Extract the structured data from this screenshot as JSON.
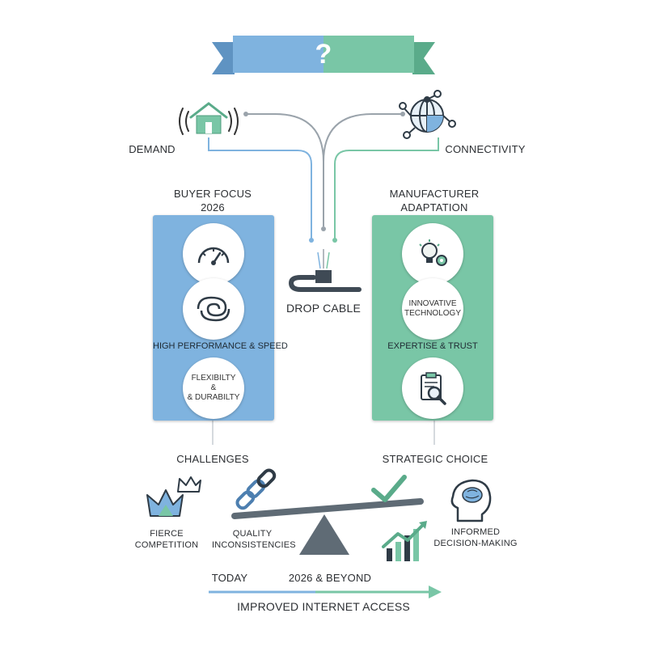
{
  "banner": {
    "symbol": "?",
    "left_color": "#7fb3df",
    "right_color": "#79c6a6"
  },
  "top": {
    "demand_label": "DEMAND",
    "connectivity_label": "CONNECTIVITY"
  },
  "center": {
    "drop_cable_label": "DROP CABLE"
  },
  "buyer": {
    "heading_line1": "BUYER FOCUS",
    "heading_line2": "2026",
    "color": "#7fb3df",
    "performance_label": "HIGH PERFORMANCE & SPEED",
    "flex_line1": "FLEXIBILTY",
    "flex_line2": "&",
    "flex_line3": "& DURABILTY"
  },
  "manufacturer": {
    "heading_line1": "MANUFACTURER",
    "heading_line2": "ADAPTATION",
    "color": "#79c6a6",
    "innovative_line1": "INNOVATIVE",
    "innovative_line2": "TECHNOLOGY",
    "expertise_label": "EXPERTISE & TRUST"
  },
  "bottom": {
    "challenges_label": "CHALLENGES",
    "strategic_label": "STRATEGIC CHOICE",
    "fierce_line1": "FIERCE",
    "fierce_line2": "COMPETITION",
    "quality_line1": "QUALITY",
    "quality_line2": "INCONSISTENCIES",
    "informed_line1": "INFORMED",
    "informed_line2": "DECISION-MAKING"
  },
  "timeline": {
    "today_label": "TODAY",
    "future_label": "2026 & BEYOND",
    "outcome_label": "IMPROVED INTERNET ACCESS"
  }
}
